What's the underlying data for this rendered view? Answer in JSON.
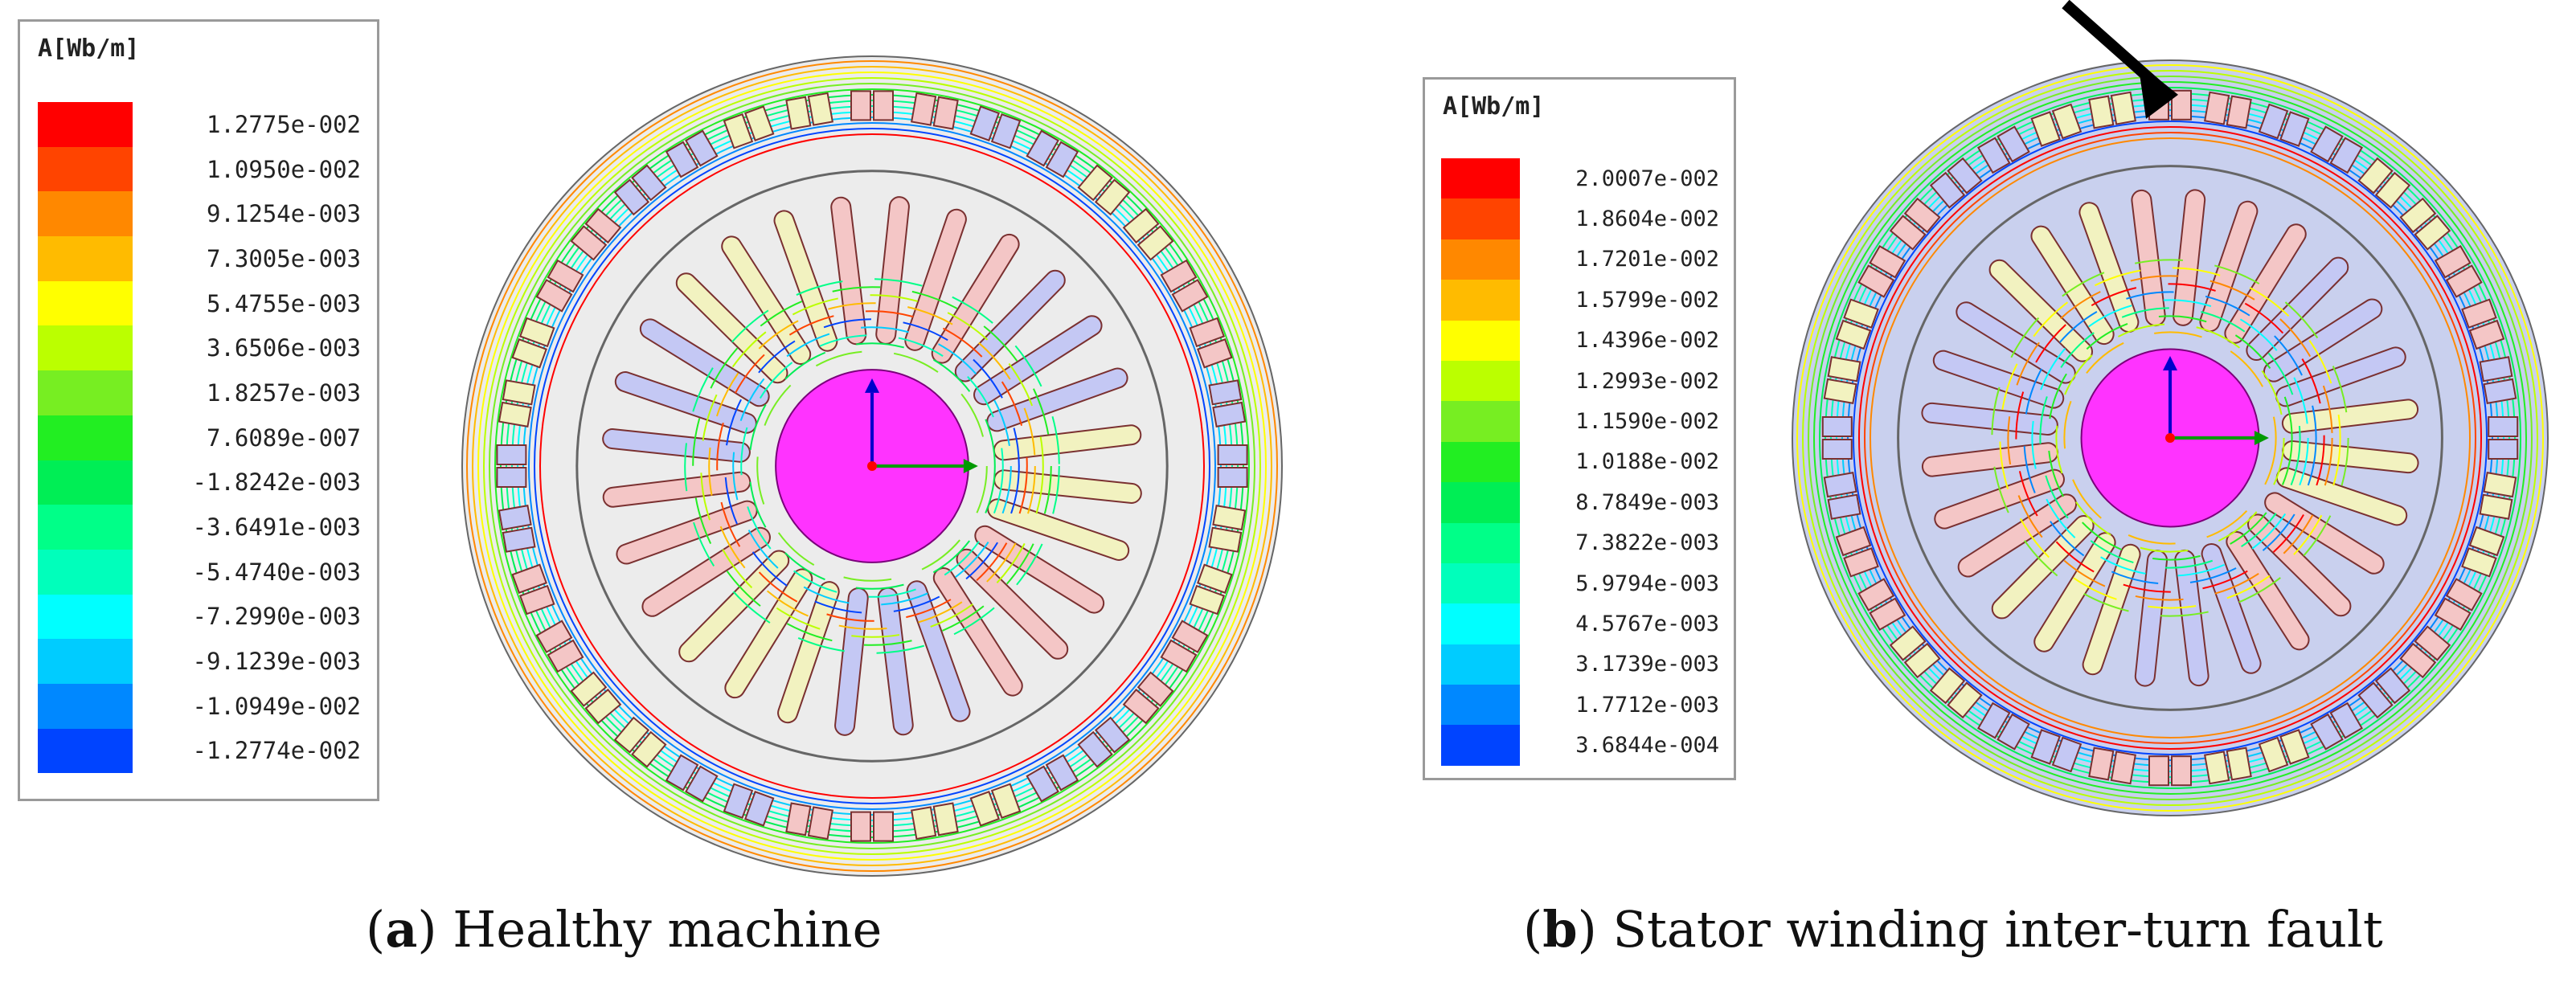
{
  "panels": [
    {
      "id": "a",
      "caption_letter": "a",
      "caption_text": " Healthy machine",
      "legend": {
        "title": "A[Wb/m]",
        "entries": [
          {
            "label": "1.2775e-002",
            "color": "#ff0000"
          },
          {
            "label": "1.0950e-002",
            "color": "#ff4400"
          },
          {
            "label": "9.1254e-003",
            "color": "#ff8800"
          },
          {
            "label": "7.3005e-003",
            "color": "#ffbb00"
          },
          {
            "label": "5.4755e-003",
            "color": "#ffff00"
          },
          {
            "label": "3.6506e-003",
            "color": "#bbff00"
          },
          {
            "label": "1.8257e-003",
            "color": "#77ee22"
          },
          {
            "label": "7.6089e-007",
            "color": "#22ee22"
          },
          {
            "label": "-1.8242e-003",
            "color": "#00ee55"
          },
          {
            "label": "-3.6491e-003",
            "color": "#00ff88"
          },
          {
            "label": "-5.4740e-003",
            "color": "#00ffbb"
          },
          {
            "label": "-7.2990e-003",
            "color": "#00ffff"
          },
          {
            "label": "-9.1239e-003",
            "color": "#00ccff"
          },
          {
            "label": "-1.0949e-002",
            "color": "#0088ff"
          },
          {
            "label": "-1.2774e-002",
            "color": "#0044ff"
          }
        ]
      }
    },
    {
      "id": "b",
      "caption_letter": "b",
      "caption_text": " Stator winding inter-turn fault",
      "legend": {
        "title": "A[Wb/m]",
        "entries": [
          {
            "label": "2.0007e-002",
            "color": "#ff0000"
          },
          {
            "label": "1.8604e-002",
            "color": "#ff4400"
          },
          {
            "label": "1.7201e-002",
            "color": "#ff8800"
          },
          {
            "label": "1.5799e-002",
            "color": "#ffbb00"
          },
          {
            "label": "1.4396e-002",
            "color": "#ffff00"
          },
          {
            "label": "1.2993e-002",
            "color": "#bbff00"
          },
          {
            "label": "1.1590e-002",
            "color": "#77ee22"
          },
          {
            "label": "1.0188e-002",
            "color": "#22ee22"
          },
          {
            "label": "8.7849e-003",
            "color": "#00ee55"
          },
          {
            "label": "7.3822e-003",
            "color": "#00ff88"
          },
          {
            "label": "5.9794e-003",
            "color": "#00ffbb"
          },
          {
            "label": "4.5767e-003",
            "color": "#00ffff"
          },
          {
            "label": "3.1739e-003",
            "color": "#00ccff"
          },
          {
            "label": "1.7712e-003",
            "color": "#0088ff"
          },
          {
            "label": "3.6844e-004",
            "color": "#0044ff"
          }
        ]
      }
    }
  ],
  "colors": {
    "rotor_shaft": "#ff33ff",
    "lamination": "#ececec",
    "fault_lamination": "#c9d0ee",
    "coil_red": "#f4c6c6",
    "coil_blue": "#c4c8f4",
    "coil_yellow": "#f2f2c0",
    "axis_x": "#009900",
    "axis_y": "#0000cc",
    "fault_arrow": "#000000"
  }
}
